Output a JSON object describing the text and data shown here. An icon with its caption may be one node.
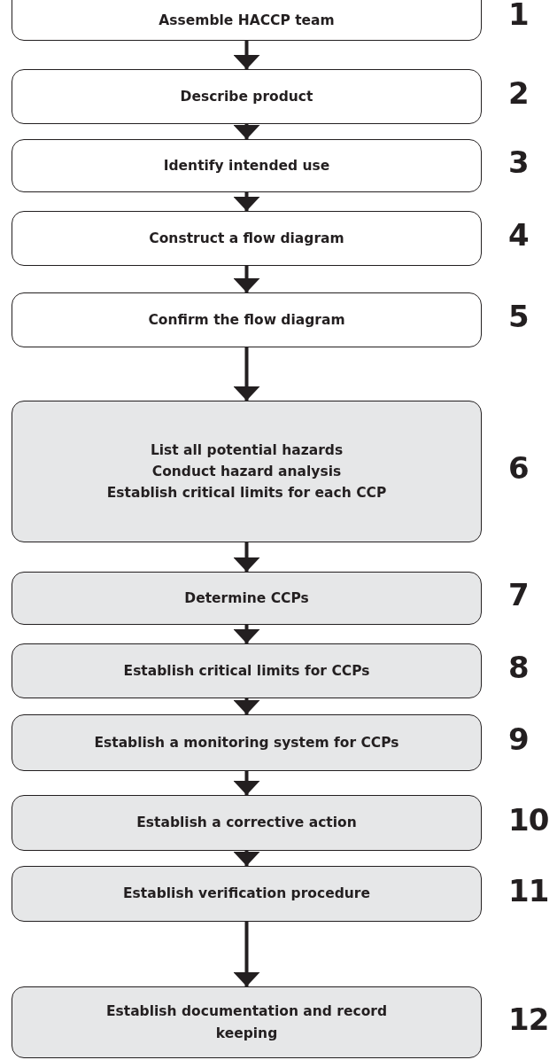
{
  "diagram": {
    "nodes": [
      {
        "text": [
          "Assemble HACCP team"
        ],
        "beside": [
          "1"
        ]
      },
      {
        "text": [
          "Describe product"
        ],
        "beside": [
          "2"
        ]
      },
      {
        "text": [
          "Identify intended use"
        ],
        "beside": [
          "3"
        ]
      },
      {
        "text": [
          "Construct a flow diagram"
        ],
        "beside": [
          "4"
        ]
      },
      {
        "text": [
          "Confirm the flow diagram"
        ],
        "beside": [
          "5"
        ]
      },
      {
        "text": [
          "List all potential hazards",
          "Conduct hazard analysis",
          "Establish critical limits for each CCP"
        ],
        "beside": [
          "6"
        ]
      },
      {
        "text": [
          "Determine CCPs"
        ],
        "beside": [
          "7"
        ]
      },
      {
        "text": [
          "Establish critical limits for CCPs"
        ],
        "beside": [
          "8"
        ]
      },
      {
        "text": [
          "Establish a monitoring system for CCPs"
        ],
        "beside": [
          "9"
        ]
      },
      {
        "text": [
          "Establish a corrective action"
        ],
        "beside": [
          "10"
        ]
      },
      {
        "text": [
          "Establish verification procedure"
        ],
        "beside": [
          "11"
        ]
      },
      {
        "text": [
          "Establish documentation and record keeping"
        ],
        "beside": [
          "12"
        ]
      }
    ],
    "edges": [
      {
        "from": 0,
        "to": 1,
        "arrow": "to"
      },
      {
        "from": 1,
        "to": 2,
        "arrow": "to"
      },
      {
        "from": 2,
        "to": 3,
        "arrow": "to"
      },
      {
        "from": 3,
        "to": 4,
        "arrow": "to"
      },
      {
        "from": 4,
        "to": 5,
        "arrow": "to"
      },
      {
        "from": 5,
        "to": 6,
        "arrow": "to"
      },
      {
        "from": 6,
        "to": 7,
        "arrow": "to"
      },
      {
        "from": 7,
        "to": 8,
        "arrow": "to"
      },
      {
        "from": 8,
        "to": 9,
        "arrow": "to"
      },
      {
        "from": 9,
        "to": 10,
        "arrow": "to"
      },
      {
        "from": 10,
        "to": 11,
        "arrow": "to"
      }
    ]
  }
}
